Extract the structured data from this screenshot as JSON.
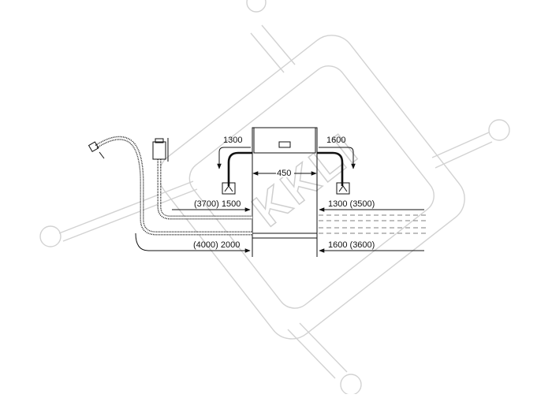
{
  "labels": {
    "drain_left_top": "1300",
    "drain_right_top": "1600",
    "width": "450",
    "left_drain_hose": "(3700) 1500",
    "right_drain_hose": "1300 (3500)",
    "left_inlet_hose": "(4000) 2000",
    "right_inlet_hose": "1600 (3600)"
  },
  "watermark": {
    "text": "KKLI"
  },
  "colors": {
    "ink": "#111111",
    "watermark": "#d2d2d2"
  }
}
